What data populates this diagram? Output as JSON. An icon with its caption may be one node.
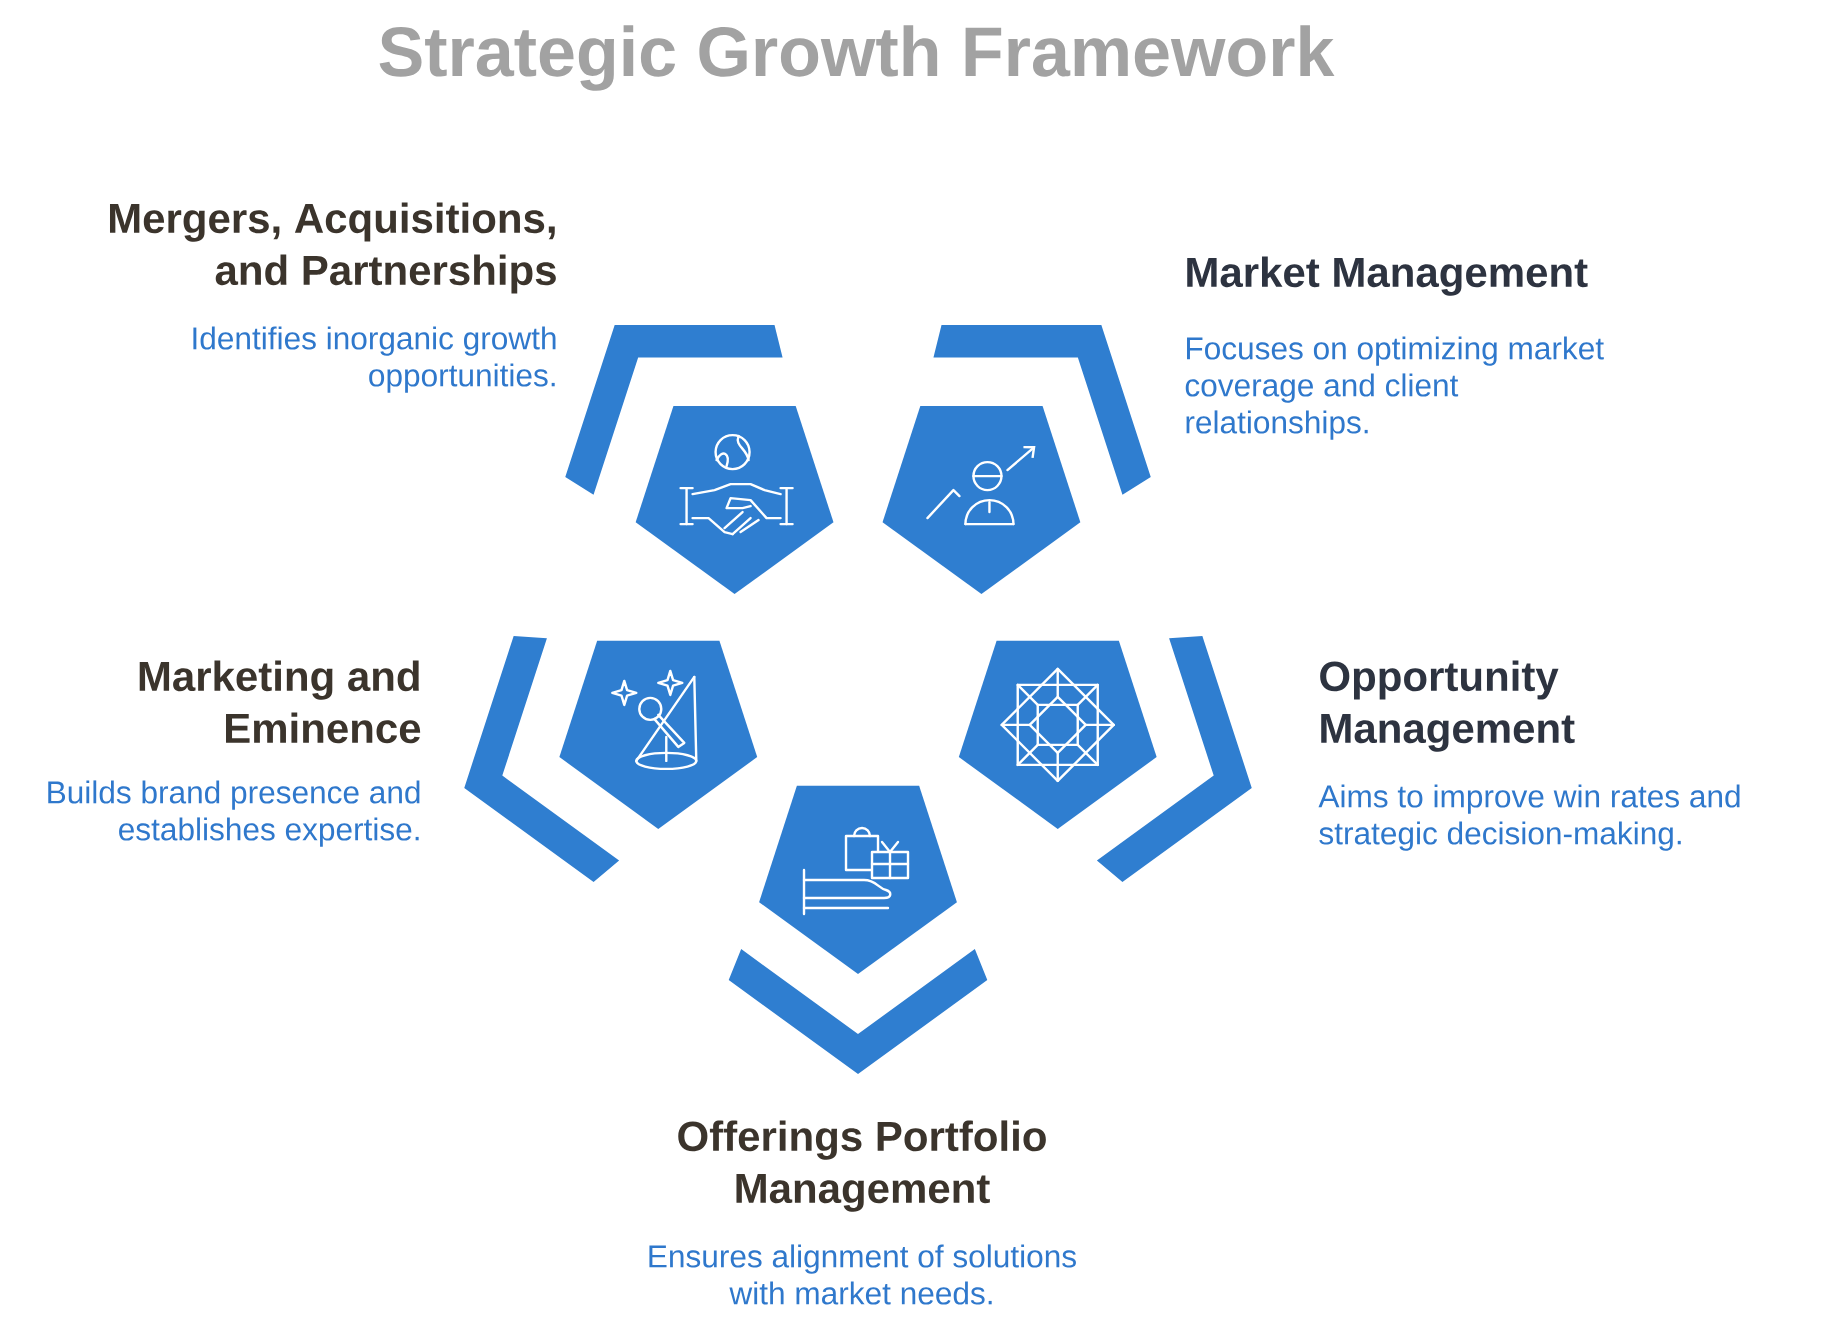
{
  "diagram": {
    "title": "Strategic Growth Framework",
    "nodes": [
      {
        "text": [
          "Mergers, Acquisitions, and Partnerships",
          "Identifies inorganic growth opportunities."
        ]
      },
      {
        "text": [
          "Market Management",
          "Focuses on optimizing market coverage and client relationships."
        ]
      },
      {
        "text": [
          "Marketing and Eminence",
          "Builds brand presence and establishes expertise."
        ]
      },
      {
        "text": [
          "Opportunity Management",
          "Aims to improve win rates and strategic decision-making."
        ]
      },
      {
        "text": [
          "Offerings Portfolio Management",
          "Ensures alignment of solutions with market needs."
        ]
      }
    ]
  }
}
